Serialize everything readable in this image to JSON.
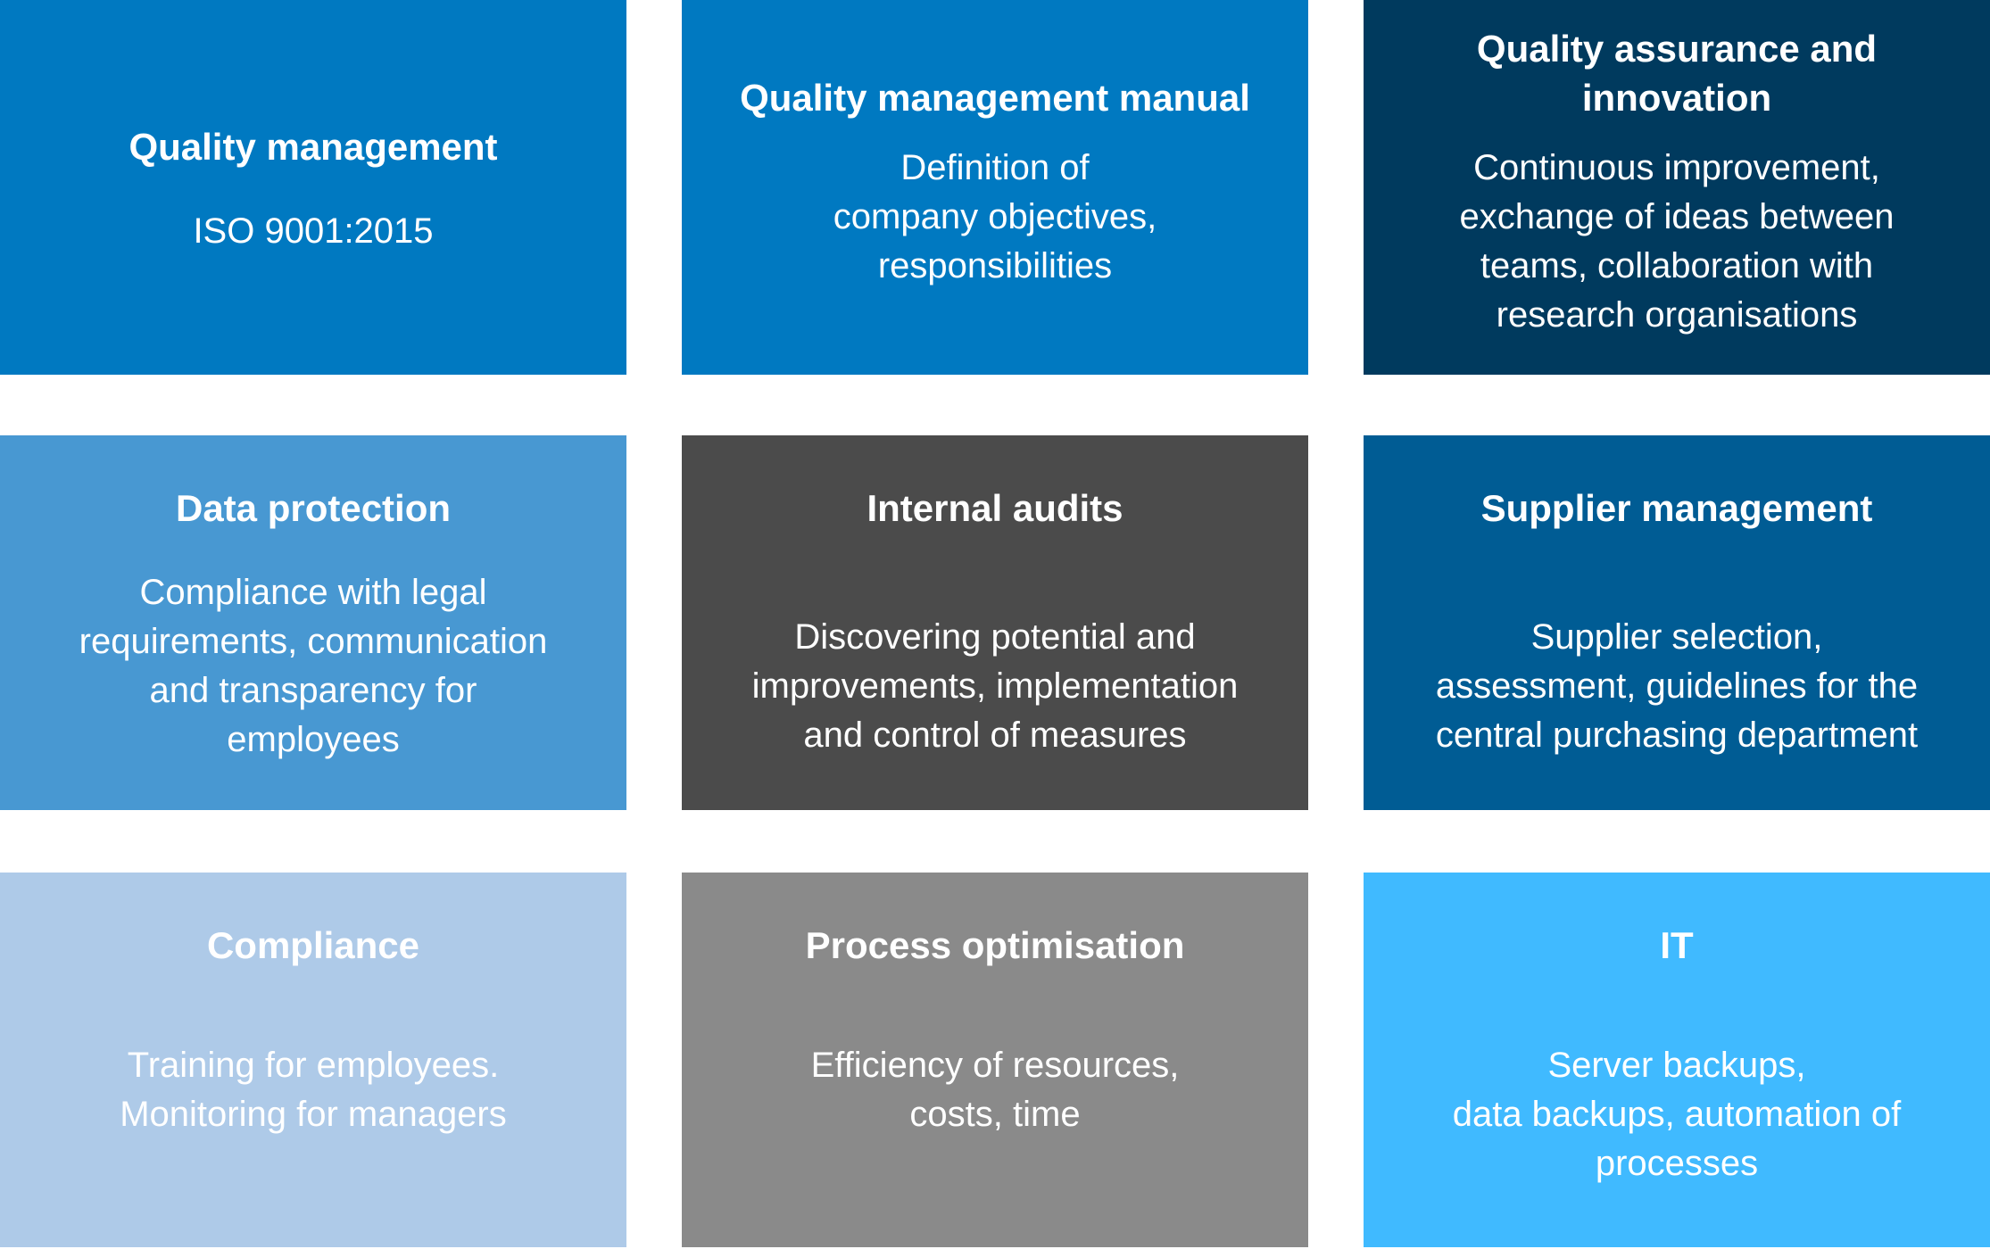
{
  "tiles": [
    {
      "title": "Quality management",
      "body": "ISO 9001:2015",
      "color": "#0079C1"
    },
    {
      "title": "Quality management manual",
      "body": "Definition of\ncompany objectives,\nresponsibilities",
      "color": "#0079C1"
    },
    {
      "title": "Quality assurance and\ninnovation",
      "body": "Continuous improvement,\nexchange of ideas between\nteams, collaboration with\nresearch organisations",
      "color": "#003A5E"
    },
    {
      "title": "Data protection",
      "body": "Compliance with legal\nrequirements, communication\nand transparency for\nemployees",
      "color": "#4898D2"
    },
    {
      "title": "Internal audits",
      "body": "Discovering potential and\nimprovements, implementation\nand control of measures",
      "color": "#4B4B4B"
    },
    {
      "title": "Supplier management",
      "body": "Supplier selection,\nassessment, guidelines for the\ncentral purchasing department",
      "color": "#005C94"
    },
    {
      "title": "Compliance",
      "body": "Training for employees.\nMonitoring for managers",
      "color": "#AECAE8"
    },
    {
      "title": "Process optimisation",
      "body": "Efficiency of resources,\ncosts, time",
      "color": "#8A8A8A"
    },
    {
      "title": "IT",
      "body": "Server backups,\ndata backups, automation of\nprocesses",
      "color": "#40BAFF"
    }
  ]
}
